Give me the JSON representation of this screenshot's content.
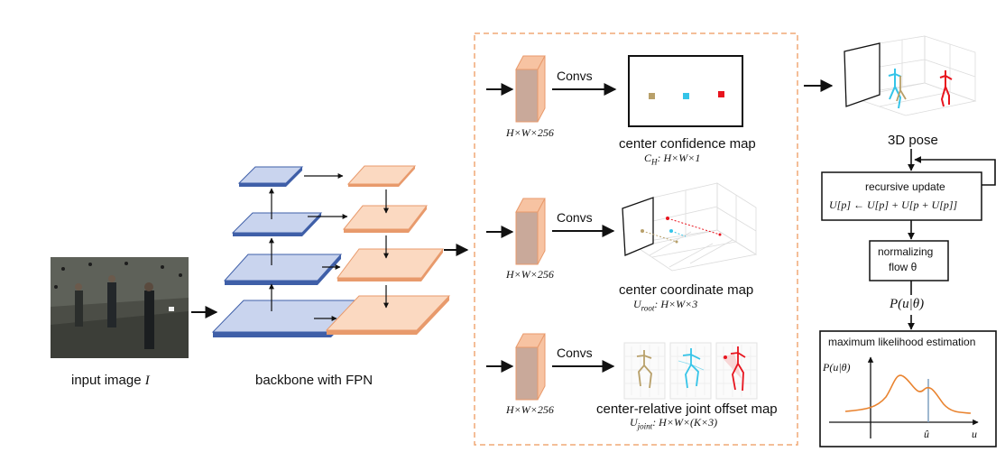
{
  "input": {
    "caption": "input image",
    "caption_symbol": "I"
  },
  "backbone": {
    "caption": "backbone with FPN"
  },
  "heads": [
    {
      "conv_label": "Convs",
      "tensor_shape": "H×W×256",
      "map_title": "center confidence map",
      "map_formula_symbol": "C",
      "map_formula_sub": "H",
      "map_formula_rest": ": H×W×1"
    },
    {
      "conv_label": "Convs",
      "tensor_shape": "H×W×256",
      "map_title": "center coordinate map",
      "map_formula_symbol": "U",
      "map_formula_sub": "root",
      "map_formula_rest": ": H×W×3"
    },
    {
      "conv_label": "Convs",
      "tensor_shape": "H×W×256",
      "map_title": "center-relative joint offset map",
      "map_formula_symbol": "U",
      "map_formula_sub": "joint",
      "map_formula_rest": ": H×W×(K×3)"
    }
  ],
  "output": {
    "pose_caption": "3D pose"
  },
  "recursive": {
    "title": "recursive update",
    "formula": "U[p] ← U[p] + U[p + U[p]]"
  },
  "flow": {
    "line1": "normalizing",
    "line2": "flow θ"
  },
  "prob": {
    "label": "P(u|θ)"
  },
  "mle": {
    "title": "maximum likelihood estimation",
    "ylabel": "P(u|θ)",
    "xlabel": "u",
    "uhat": "û"
  },
  "colors": {
    "fpn_blue": "#c9d4ee",
    "fpn_blue_edge": "#3f5fa8",
    "fpn_orange": "#fbd9c1",
    "fpn_orange_edge": "#e89a6c",
    "dashed_box": "#f0a877",
    "curve": "#e9832f",
    "uhat_line": "#7fa0c0",
    "center_tan": "#b8a06a",
    "center_cyan": "#35c4e8",
    "center_red": "#e8141e"
  }
}
